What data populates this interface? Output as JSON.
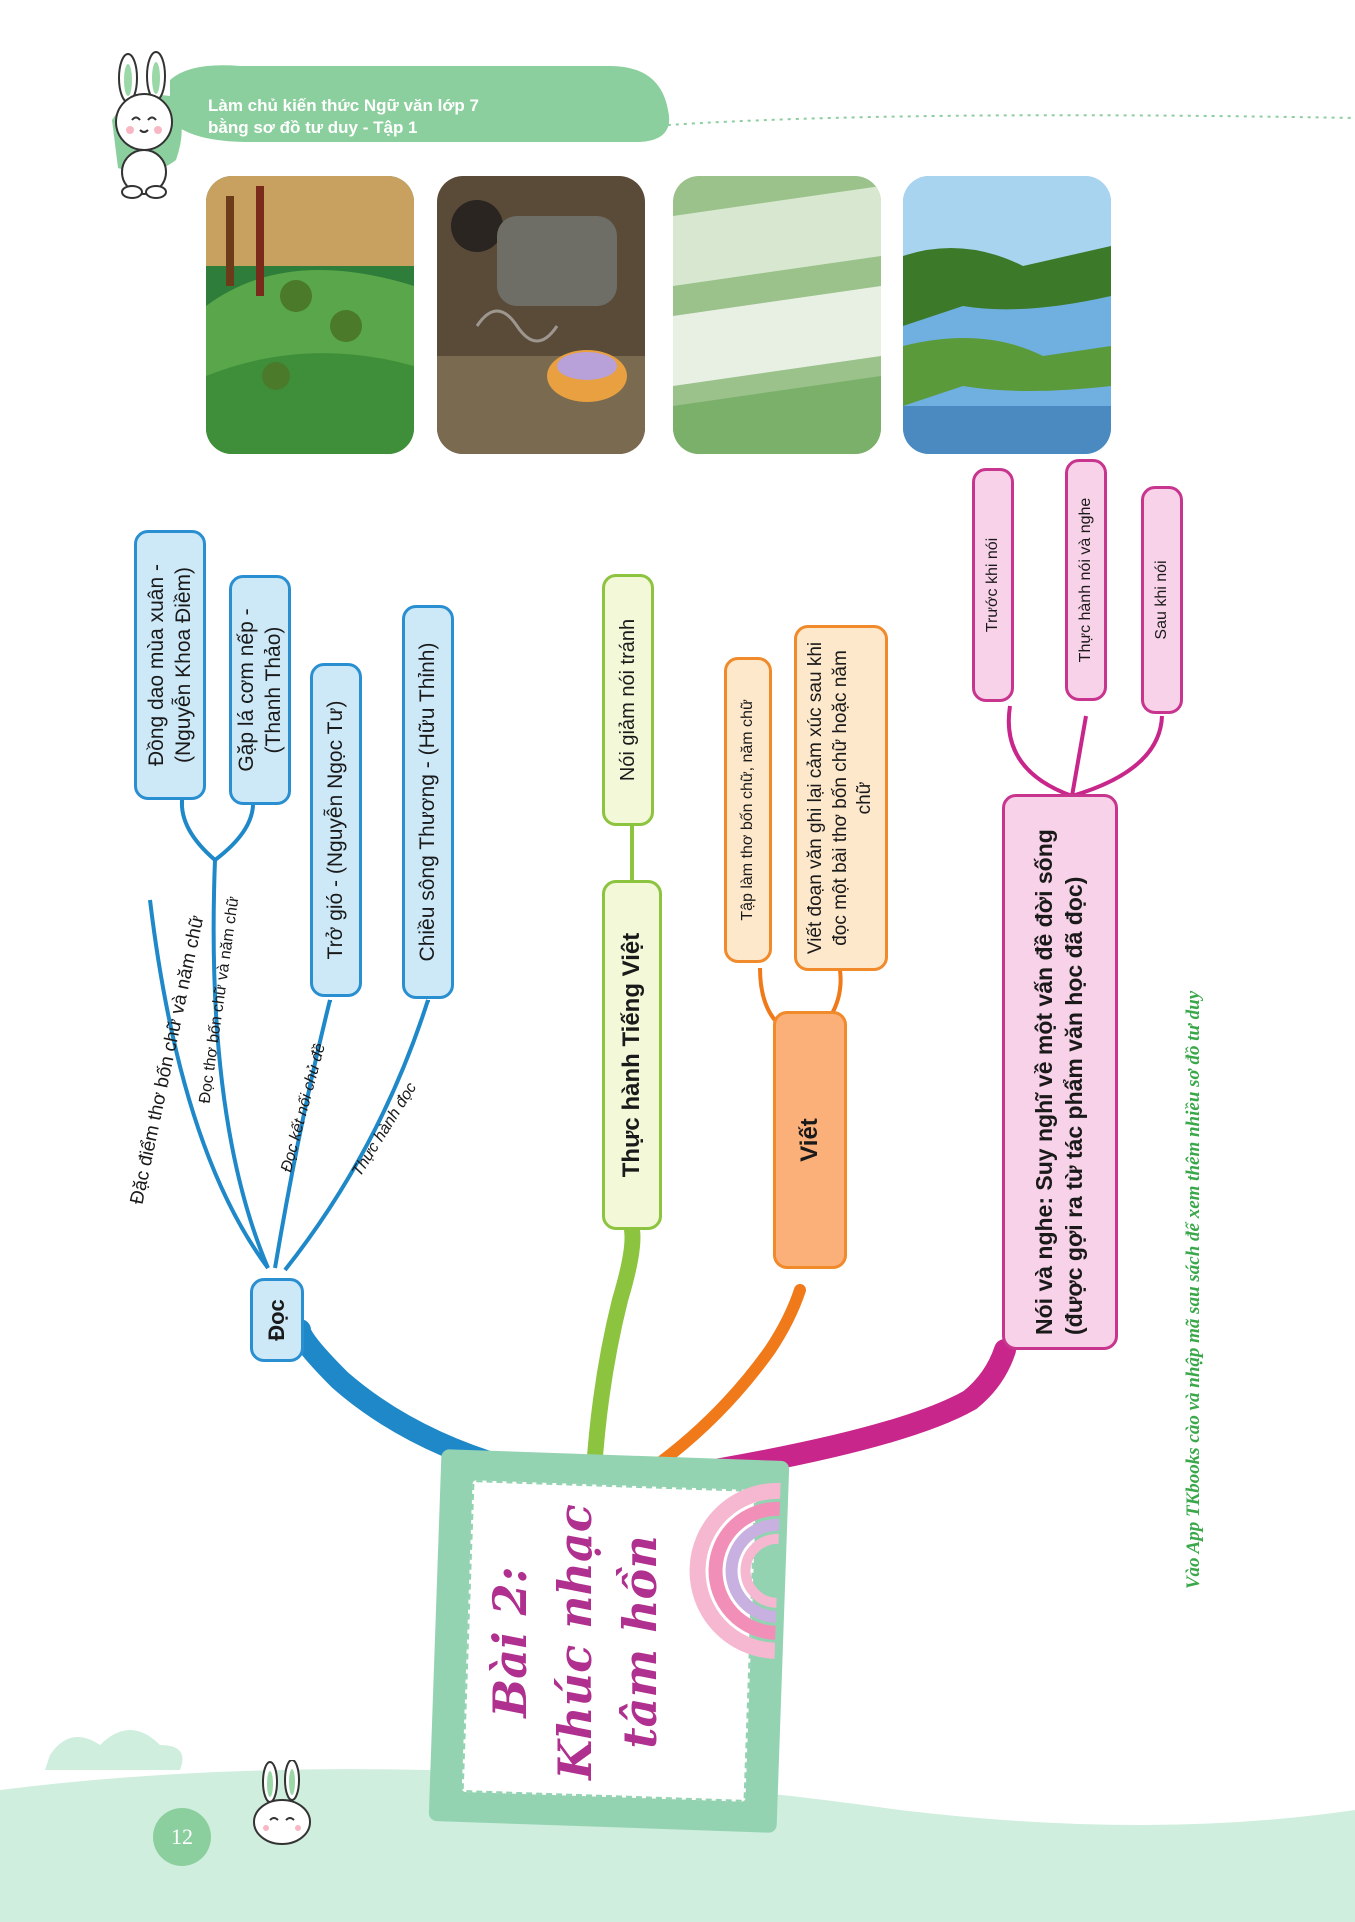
{
  "header": {
    "line1": "Làm chủ kiến thức Ngữ văn lớp 7",
    "line2": "bằng sơ đồ tư duy - Tập 1"
  },
  "center": {
    "line1": "Bài 2:",
    "line2": "Khúc nhạc",
    "line3": "tâm hồn"
  },
  "branches": {
    "doc": {
      "label": "Đọc",
      "sub_labels": [
        "Đặc điểm thơ bốn chữ và năm chữ",
        "Đọc thơ bốn chữ và năm chữ",
        "Đọc kết nối chủ đề",
        "Thực hành đọc"
      ],
      "items": [
        "Đồng dao mùa xuân - (Nguyễn Khoa Điềm)",
        "Gặp lá cơm nếp - (Thanh Thảo)",
        "Trở gió - (Nguyễn Ngọc Tư)",
        "Chiều sông Thương - (Hữu Thỉnh)"
      ]
    },
    "tieng_viet": {
      "label": "Thực hành Tiếng Việt",
      "items": [
        "Nói giảm nói tránh"
      ]
    },
    "viet": {
      "label": "Viết",
      "items": [
        "Tập làm thơ bốn chữ, năm chữ",
        "Viết đoạn văn ghi lại cảm xúc sau khi đọc một bài thơ bốn chữ hoặc năm chữ"
      ]
    },
    "noi_nghe": {
      "label": "Nói và nghe: Suy nghĩ về một vấn đề đời sống (được gợi ra từ tác phẩm văn học đã đọc)",
      "items": [
        "Trước khi nói",
        "Thực hành nói và nghe",
        "Sau khi nói"
      ]
    }
  },
  "side_note": "Vào App TKbooks cào và nhập mã sau sách để xem thêm nhiều sơ đồ tư duy",
  "page_number": "12",
  "colors": {
    "doc": "#1e88c9",
    "tieng_viet": "#8cc43f",
    "viet": "#f07a1a",
    "noi_nghe": "#c8268a",
    "header_green": "#8ccf9e",
    "center_frame": "#93d3b2",
    "center_text": "#b0308f"
  }
}
